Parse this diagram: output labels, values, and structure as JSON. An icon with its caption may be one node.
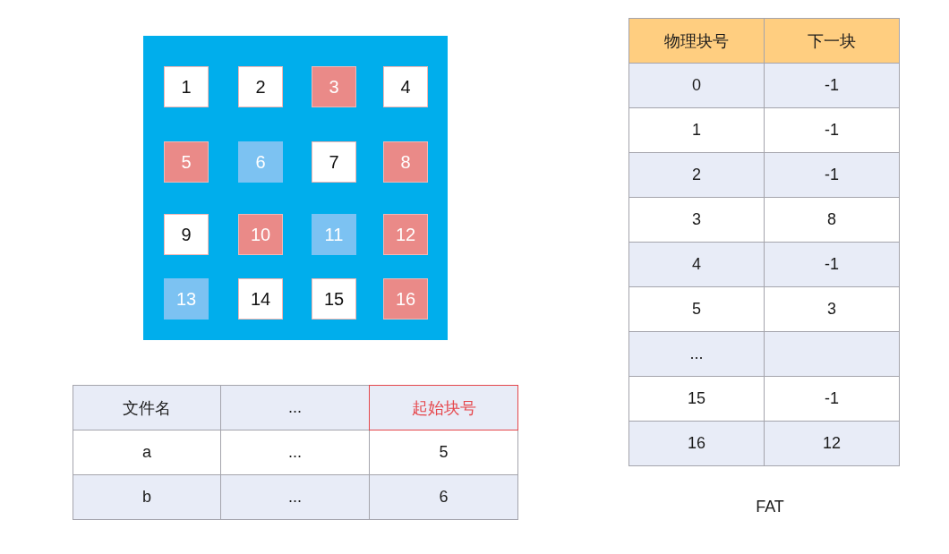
{
  "diagram": {
    "nodes": [
      {
        "text": [],
        "shape": "box"
      },
      {
        "text": [
          "1"
        ],
        "in": 0
      },
      {
        "text": [
          "2"
        ],
        "in": 0
      },
      {
        "text": [
          "3"
        ],
        "in": 0
      },
      {
        "text": [
          "4"
        ],
        "in": 0
      },
      {
        "text": [
          "5"
        ],
        "in": 0
      },
      {
        "text": [
          "6"
        ],
        "in": 0
      },
      {
        "text": [
          "7"
        ],
        "in": 0
      },
      {
        "text": [
          "8"
        ],
        "in": 0
      },
      {
        "text": [
          "9"
        ],
        "in": 0
      },
      {
        "text": [
          "10"
        ],
        "in": 0
      },
      {
        "text": [
          "11"
        ],
        "in": 0
      },
      {
        "text": [
          "12"
        ],
        "in": 0
      },
      {
        "text": [
          "13"
        ],
        "in": 0
      },
      {
        "text": [
          "14"
        ],
        "in": 0
      },
      {
        "text": [
          "15"
        ],
        "in": 0
      },
      {
        "text": [
          "16"
        ],
        "in": 0
      }
    ],
    "labels": [
      "文件名",
      "...",
      "起始块号",
      "a",
      "...",
      "5",
      "b",
      "...",
      "6",
      "物理块号",
      "下一块",
      "0",
      "-1",
      "1",
      "-1",
      "2",
      "-1",
      "3",
      "8",
      "4",
      "-1",
      "5",
      "3",
      "...",
      "15",
      "-1",
      "16",
      "12",
      "FAT"
    ]
  }
}
